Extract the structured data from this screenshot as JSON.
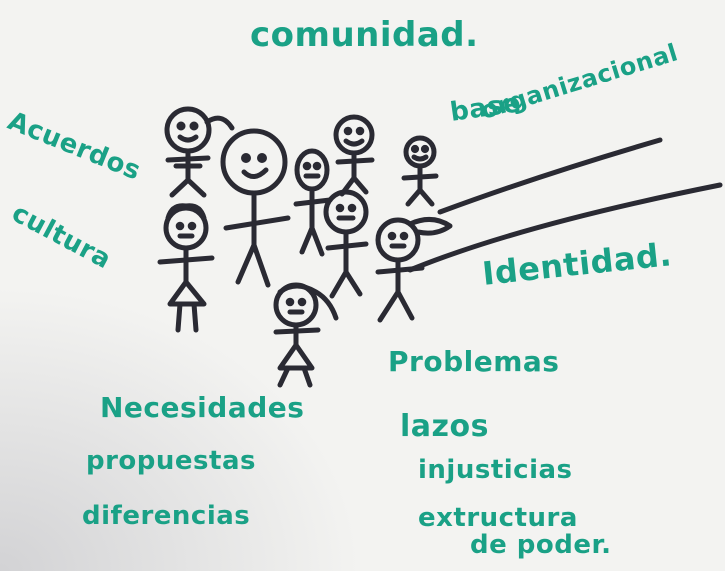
{
  "words": {
    "comunidad": "comunidad.",
    "acuerdos": "Acuerdos",
    "base_line1": "base",
    "base_line2": "organizacional",
    "cultura": "cultura",
    "identidad": "Identidad.",
    "problemas": "Problemas",
    "necesidades": "Necesidades",
    "lazos": "lazos",
    "propuestas": "propuestas",
    "injusticias": "injusticias",
    "diferencias": "diferencias",
    "estructura_line1": "extructura",
    "estructura_line2": "de poder."
  },
  "colors": {
    "ink_green": "#1aa186",
    "ink_dark": "#2a2a33",
    "paper": "#f3f3f1"
  }
}
